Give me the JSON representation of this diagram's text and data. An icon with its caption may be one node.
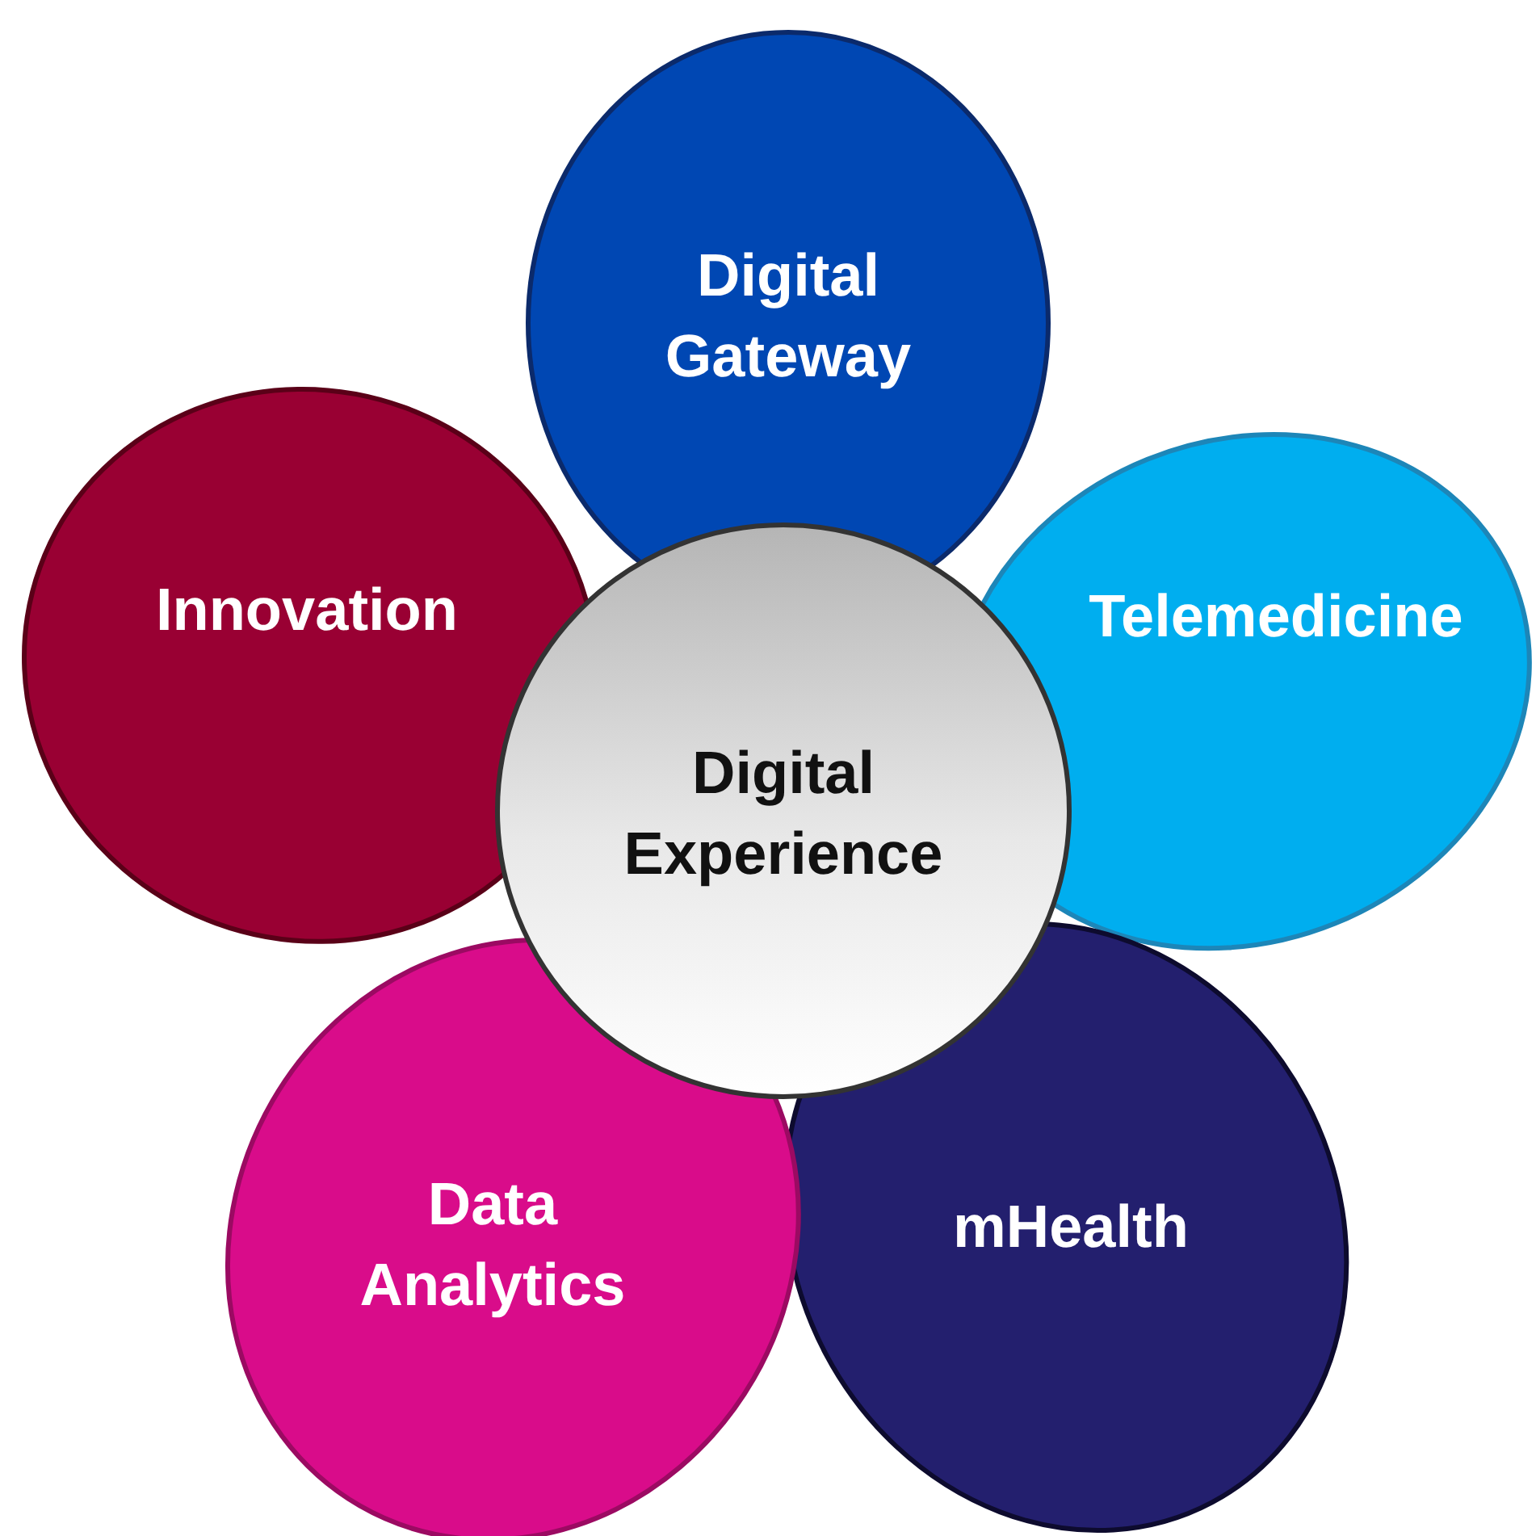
{
  "diagram": {
    "nodes": [
      {
        "text": [
          "Digital Gateway"
        ]
      },
      {
        "text": [
          "Innovation"
        ]
      },
      {
        "text": [
          "Telemedicine"
        ]
      },
      {
        "text": [
          "Digital Experience"
        ]
      },
      {
        "text": [
          "mHealth"
        ]
      },
      {
        "text": [
          "Data Analytics"
        ]
      }
    ]
  }
}
